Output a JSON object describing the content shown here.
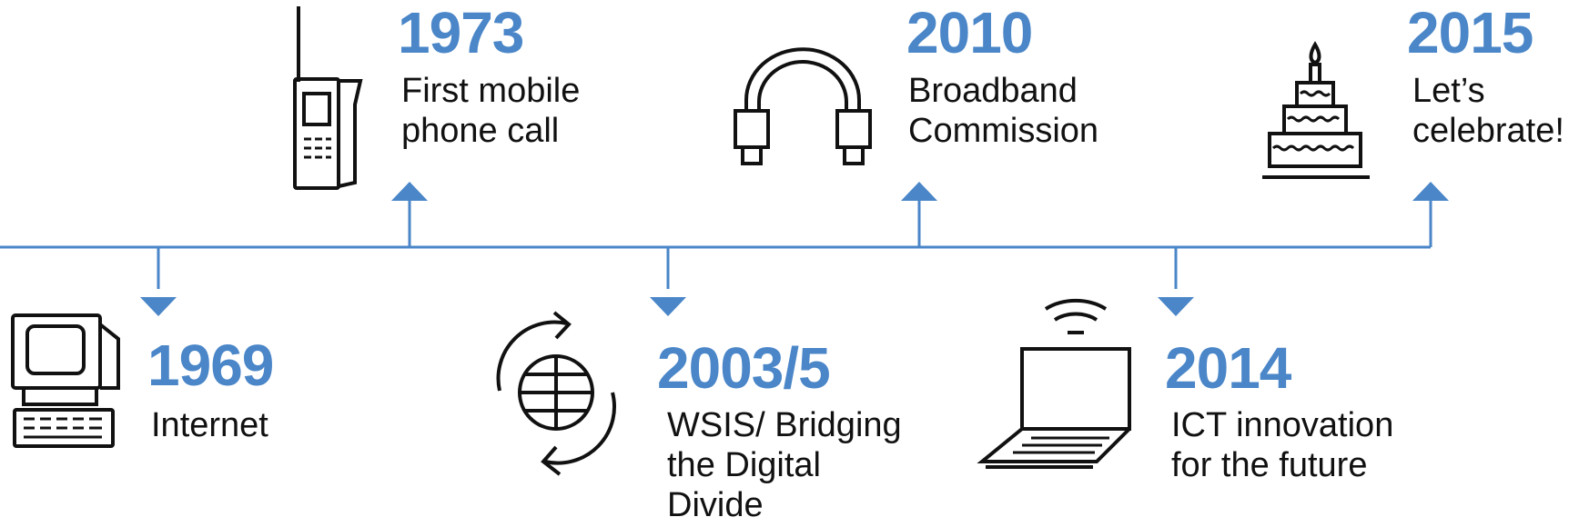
{
  "colors": {
    "accent": "#4a86c8",
    "icon": "#111111",
    "text": "#111111"
  },
  "events": [
    {
      "year": "1969",
      "label": "Internet",
      "icon": "computer-icon",
      "direction": "down"
    },
    {
      "year": "1973",
      "label": "First mobile\nphone call",
      "icon": "mobile-phone-icon",
      "direction": "up"
    },
    {
      "year": "2003/5",
      "label": "WSIS/ Bridging\nthe Digital\nDivide",
      "icon": "globe-cycle-icon",
      "direction": "down"
    },
    {
      "year": "2010",
      "label": "Broadband\nCommission",
      "icon": "cable-icon",
      "direction": "up"
    },
    {
      "year": "2014",
      "label": "ICT innovation\nfor the future",
      "icon": "laptop-wifi-icon",
      "direction": "down"
    },
    {
      "year": "2015",
      "label": "Let’s\ncelebrate!",
      "icon": "birthday-cake-icon",
      "direction": "up"
    }
  ]
}
